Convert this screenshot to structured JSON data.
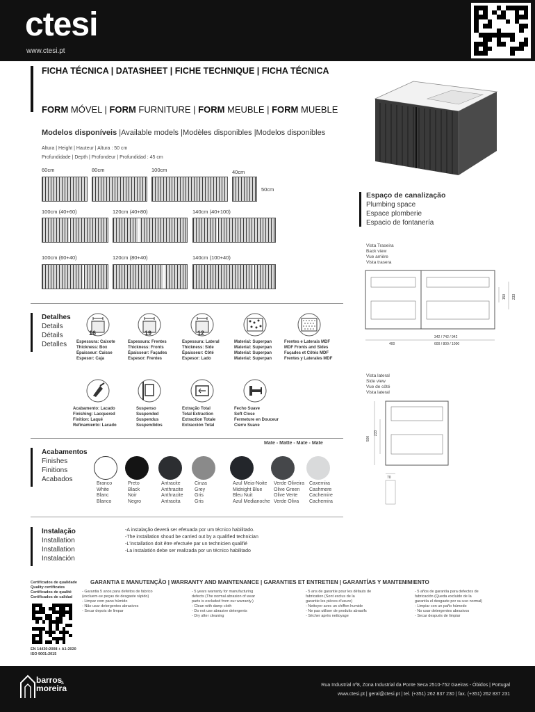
{
  "header": {
    "logo": "ctesi",
    "url": "www.ctesi.pt"
  },
  "title": "FICHA TÉCNICA | DATASHEET | FICHE TECHNIQUE | FICHA TÉCNICA",
  "product_title": {
    "b1": "FORM",
    "t1": " MÓVEL | ",
    "b2": "FORM",
    "t2": " FURNITURE | ",
    "b3": "FORM",
    "t3": " MEUBLE | ",
    "b4": "FORM",
    "t4": " MUEBLE"
  },
  "models": {
    "bold": "Modelos disponíveis",
    "rest": " |Available models |Modèles disponibles |Modelos disponibles",
    "height": "Altura | Height | Hauteur | Altura : 50 cm",
    "depth": "Profundidade | Depth | Profondeur | Profundidad : 45 cm",
    "row1": [
      "60cm",
      "80cm",
      "100cm",
      "40cm"
    ],
    "row1_height": "50cm",
    "row2": [
      "100cm (40+60)",
      "120cm (40+80)",
      "140cm (40+100)"
    ],
    "row3": [
      "100cm (60+40)",
      "120cm (80+40)",
      "140cm (100+40)"
    ]
  },
  "plumbing": {
    "main": "Espaço de canalização",
    "lines": [
      "Plumbing space",
      "Espace plomberie",
      "Espacio de fontanería"
    ]
  },
  "back_view": [
    "Vista Traseira",
    "Back view",
    "Vue arrière",
    "Vista trasera"
  ],
  "back_dims": {
    "w1": "400",
    "w2": "342 / 742 / 942",
    "w3": "600 / 800 / 1000",
    "h1": "150",
    "h2": "233"
  },
  "side_view": [
    "Vista lateral",
    "Side view",
    "Vue de côté",
    "Vista lateral"
  ],
  "side_dims": {
    "h1": "500",
    "h2": "233",
    "w": "70"
  },
  "details": {
    "title": "Detalhes",
    "lines": [
      "Details",
      "Détails",
      "Detalles"
    ],
    "icons": [
      {
        "num": "16",
        "text": [
          "Espessura: Caixote",
          "Thickness: Box",
          "Épaisseur: Caisse",
          "Espesor: Caja"
        ]
      },
      {
        "num": "19",
        "text": [
          "Espessura: Frentes",
          "Thickness: Fronts",
          "Épaisseur: Façades",
          "Espesor: Frentes"
        ]
      },
      {
        "num": "12",
        "text": [
          "Espessura: Lateral",
          "Thickness: Side",
          "Épaisseur: Côté",
          "Espesor: Lado"
        ]
      },
      {
        "num": "",
        "text": [
          "Material: Superpan",
          "Material: Superpan",
          "Material: Superpan",
          "Material: Superpan"
        ]
      },
      {
        "num": "",
        "text": [
          "Frentes e Laterais MDF",
          "MDF Fronts and Sides",
          "Façades et Côtés MDF",
          "Frentes y Laterales MDF"
        ]
      }
    ],
    "icons2": [
      {
        "text": [
          "Acabamento: Lacado",
          "Finishing: Lacquered",
          "Finition: Laqué",
          "Refinamiento: Lacado"
        ]
      },
      {
        "text": [
          "Suspenso",
          "Suspended",
          "Suspendus",
          "Suspendidos"
        ]
      },
      {
        "text": [
          "Extração Total",
          "Total Extraction",
          "Extraction Totale",
          "Extracción Total"
        ]
      },
      {
        "text": [
          "Fecho Suave",
          "Soft Close",
          "Fermeture en Douceur",
          "Cierre Suave"
        ]
      }
    ]
  },
  "finishes": {
    "title": "Acabamentos",
    "lines": [
      "Finishes",
      "Finitions",
      "Acabados"
    ],
    "mate": "Mate - Matte - Mate - Mate",
    "swatches": [
      {
        "color": "#ffffff",
        "names": [
          "Branco",
          "White",
          "Blanc",
          "Blanco"
        ]
      },
      {
        "color": "#141414",
        "names": [
          "Preto",
          "Black",
          "Noir",
          "Negro"
        ]
      },
      {
        "color": "#2c2e31",
        "names": [
          "Antracite",
          "Anthracite",
          "Anthracite",
          "Antracita"
        ]
      },
      {
        "color": "#8a8a8a",
        "names": [
          "Cinza",
          "Grey",
          "Gris",
          "Gris"
        ]
      },
      {
        "color": "#23262b",
        "names": [
          "Azul Meia-Noite",
          "Midnight Blue",
          "Bleu Nuit",
          "Azul Medianoche"
        ]
      },
      {
        "color": "#45474a",
        "names": [
          "Verde Oliveira",
          "Olive Green",
          "Olive Verte",
          "Verde Oliva"
        ]
      },
      {
        "color": "#d9dadb",
        "names": [
          "Caxemira",
          "Cashmere",
          "Cachemire",
          "Cachemira"
        ]
      }
    ]
  },
  "installation": {
    "title": "Instalação",
    "lines": [
      "Installation",
      "Installation",
      "Instalación"
    ],
    "text": [
      "-A instalação deverá ser efetuada por um técnico habilitado.",
      "-The installation shoud be carried out by a qualified technician",
      "-L'installation doit être efectuée par un technicien qualifié",
      "-La instalatión debe ser realizada por un técnico habilitado"
    ]
  },
  "certs": {
    "top": [
      "Certificados de qualidade",
      "Quality certificates",
      "Certificados de qualité",
      "Certificados de calidad"
    ],
    "iso": [
      "EN 14430:2008 + A1:2020",
      "ISO 9001:2015"
    ]
  },
  "warranty": {
    "title": "GARANTIA E MANUTENÇÃO | WARRANTY AND MAINTENANCE | GARANTIES ET ENTRETIEN | GARANTÍAS Y MANTENIMIENTO",
    "cols": [
      [
        "- Garantia 5 anos para defeitos de fabrico",
        "  (excluem-se peças de desgaste rápido)",
        "- Limpar com pano húmido",
        "- Não usar detergentes abrasivos",
        "- Secar depois de limpar"
      ],
      [
        "- 5 years warranty for manufacturing",
        "  defects (The normal abrasion of wear",
        "  parts is excluded from our warranty.)",
        "- Clean with damp cloth",
        "- Do not use abrasive detergents",
        "- Dry after cleaning"
      ],
      [
        "- 5 ans de garantie pour les défauts de",
        "  fabrication (Sont exclus de la",
        "  garantie les pièces d'usure)",
        "- Nettoyer avec un chiffon humide",
        "- Ne pas utiliser de produits abrasifs",
        "- Sécher après nettoyage"
      ],
      [
        "- 5 años de garantía para defectos de",
        "  fabricación (Queda excluido de la",
        "  garantía el desgaste por su uso normal)",
        "- Limpiar con un paño húmedo",
        "- No usar detergentes abrasivos",
        "- Secar después de limpiar"
      ]
    ]
  },
  "footer": {
    "brand1": "barros",
    "amp": "&",
    "brand2": "moreira",
    "address": "Rua Industrial nº8, Zona Industrial da Ponte Seca 2510-752 Gaeiras - Óbidos | Portugal",
    "contact": "www.ctesi.pt | geral@ctesi.pt | tel. (+351) 262 837 230 | fax. (+351) 262 837 231"
  }
}
